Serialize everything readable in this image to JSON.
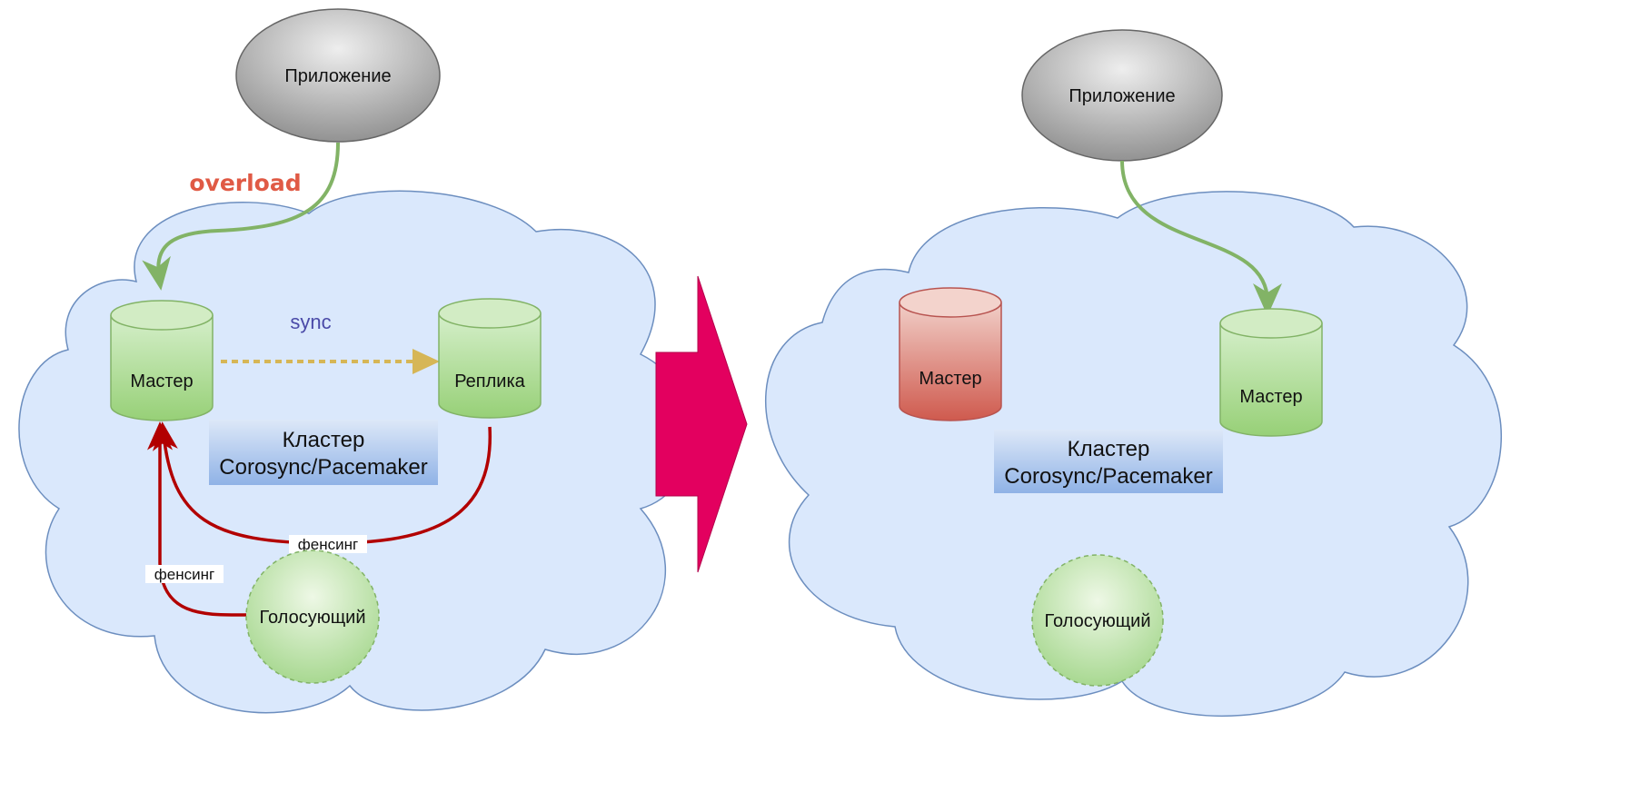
{
  "left": {
    "app": "Приложение",
    "overload": "overload",
    "sync": "sync",
    "master": "Мастер",
    "replica": "Реплика",
    "cluster_line1": "Кластер",
    "cluster_line2": "Corosync/Pacemaker",
    "fencing_right": "фенсинг",
    "fencing_left": "фенсинг",
    "voter": "Голосующий"
  },
  "right": {
    "app": "Приложение",
    "failed_master": "Мастер",
    "new_master": "Мастер",
    "cluster_line1": "Кластер",
    "cluster_line2": "Corosync/Pacemaker",
    "voter": "Голосующий"
  },
  "colors": {
    "cloud_fill": "#dae8fc",
    "cloud_stroke": "#6c8ebf",
    "node_green": "#b9e0a5",
    "node_red": "#e07a72",
    "app_gray": "#9b9b9b",
    "flow_green": "#82b366",
    "fence_red": "#b20000",
    "sync_yellow": "#d6b656",
    "arrow_magenta": "#e3005f",
    "overload_red": "#e05a45",
    "sync_text_blue": "#4a4aa8",
    "cluster_label_blue": "#7ea6e0"
  }
}
